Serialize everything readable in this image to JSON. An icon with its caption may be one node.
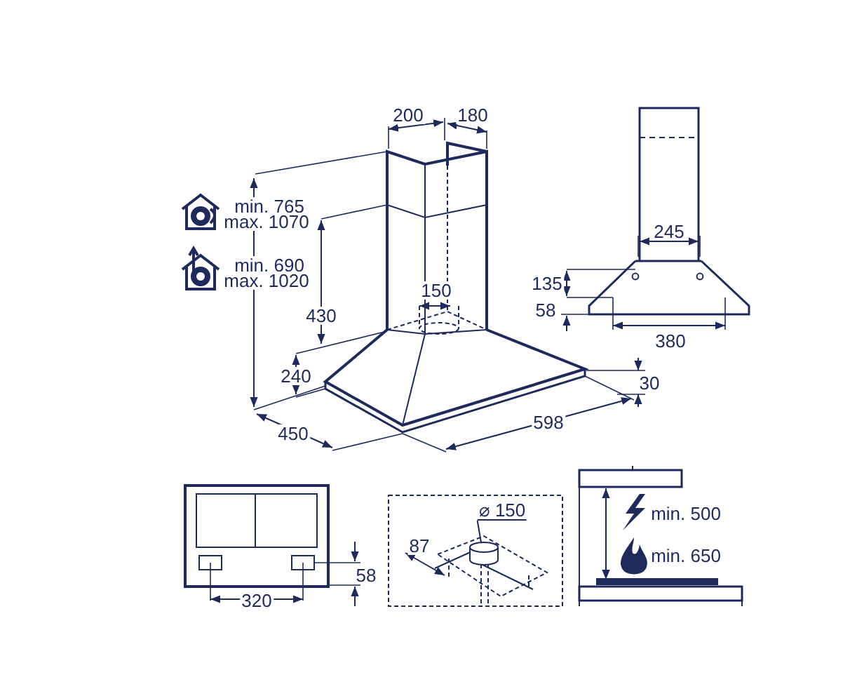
{
  "diagram": {
    "nodes": [
      {
        "text": [
          "⌀ 150"
        ]
      },
      {
        "text": [],
        "shape": "cylinder"
      }
    ],
    "edges": [
      {
        "from": 0,
        "to": 1,
        "arrow": "none"
      }
    ],
    "labels": [
      "200",
      "180",
      "min. 765",
      "max. 1070",
      "min. 690",
      "max. 1020",
      "430",
      "150",
      "240",
      "30",
      "450",
      "598",
      "245",
      "135",
      "58",
      "380",
      "320",
      "58",
      "87",
      "min. 500",
      "min. 650"
    ]
  }
}
